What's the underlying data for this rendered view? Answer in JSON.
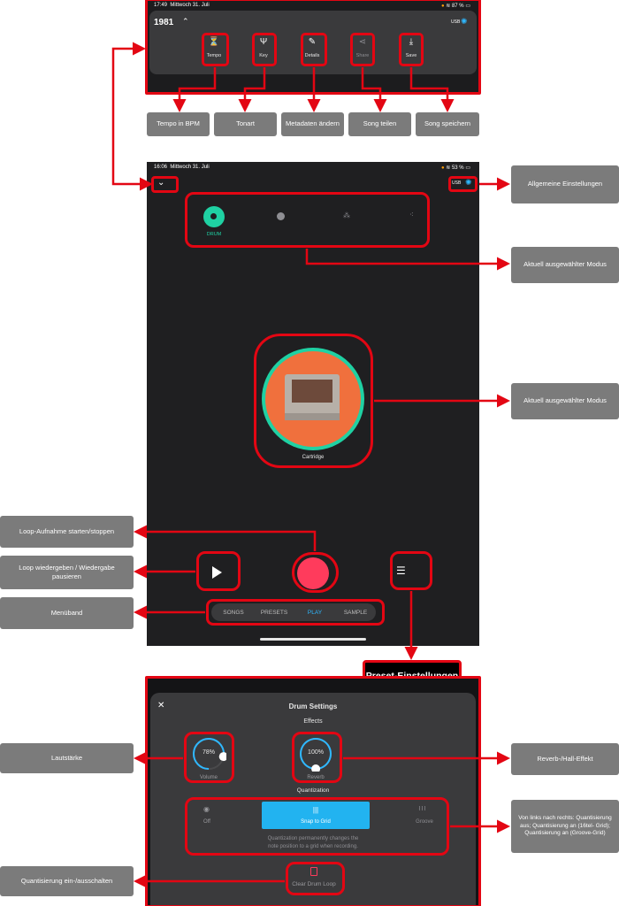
{
  "top_screen": {
    "status_time": "17:49",
    "status_date": "Mittwoch 31. Juli",
    "status_battery": "87 %",
    "song_title": "1981",
    "usb_label": "USB",
    "toolbar": [
      {
        "label": "Tempo",
        "icon": "metronome-icon"
      },
      {
        "label": "Key",
        "icon": "tuning-fork-icon"
      },
      {
        "label": "Details",
        "icon": "pencil-icon"
      },
      {
        "label": "Share",
        "icon": "share-icon"
      },
      {
        "label": "Save",
        "icon": "download-icon"
      }
    ]
  },
  "top_callouts": [
    "Tempo in BPM",
    "Tonart",
    "Metadaten ändern",
    "Song teilen",
    "Song speichern"
  ],
  "main_screen": {
    "status_time": "16:06",
    "status_date": "Mittwoch 31. Juli",
    "status_battery": "53 %",
    "usb_label": "USB",
    "active_mode_label": "DRUM",
    "preset_name": "Cartridge",
    "tabs": [
      "SONGS",
      "PRESETS",
      "PLAY",
      "SAMPLE"
    ],
    "active_tab": "PLAY"
  },
  "main_callouts": {
    "general_settings": "Allgemeine Einstellungen",
    "current_mode": "Aktuell ausgewählter Modus",
    "current_mode_2": "Aktuell ausgewählter Modus",
    "record": "Loop-Aufnahme starten/stoppen",
    "play": "Loop wiedergeben / Wiedergabe pausieren",
    "menu": "Menüband",
    "preset_settings": "Preset-Einstellungen"
  },
  "drum_settings": {
    "title": "Drum Settings",
    "effects_label": "Effects",
    "volume_value": "78%",
    "volume_label": "Volume",
    "reverb_value": "100%",
    "reverb_label": "Reverb",
    "quantization_label": "Quantization",
    "q_off": "Off",
    "q_snap": "Snap to Grid",
    "q_groove": "Groove",
    "q_note_1": "Quantization permanently changes the",
    "q_note_2": "note position to a grid when recording.",
    "clear_label": "Clear Drum Loop",
    "volume_fraction": 0.78,
    "reverb_fraction": 1.0
  },
  "drum_callouts": {
    "volume": "Lautstärke",
    "reverb": "Reverb-/Hall-Effekt",
    "quantization": "Von links nach rechts: Quantisierung aus; Quantisierung an (16tel- Grid); Quantisierung an (Groove-Grid)",
    "clear": "Quantisierung ein-/ausschalten"
  },
  "colors": {
    "accent_red": "#e30613",
    "callout_gray": "#7b7b7b",
    "mode_teal": "#1fd1a3",
    "record_red": "#ff3b5c",
    "snap_blue": "#22b3f0",
    "play_tab_blue": "#2fb8ff"
  }
}
